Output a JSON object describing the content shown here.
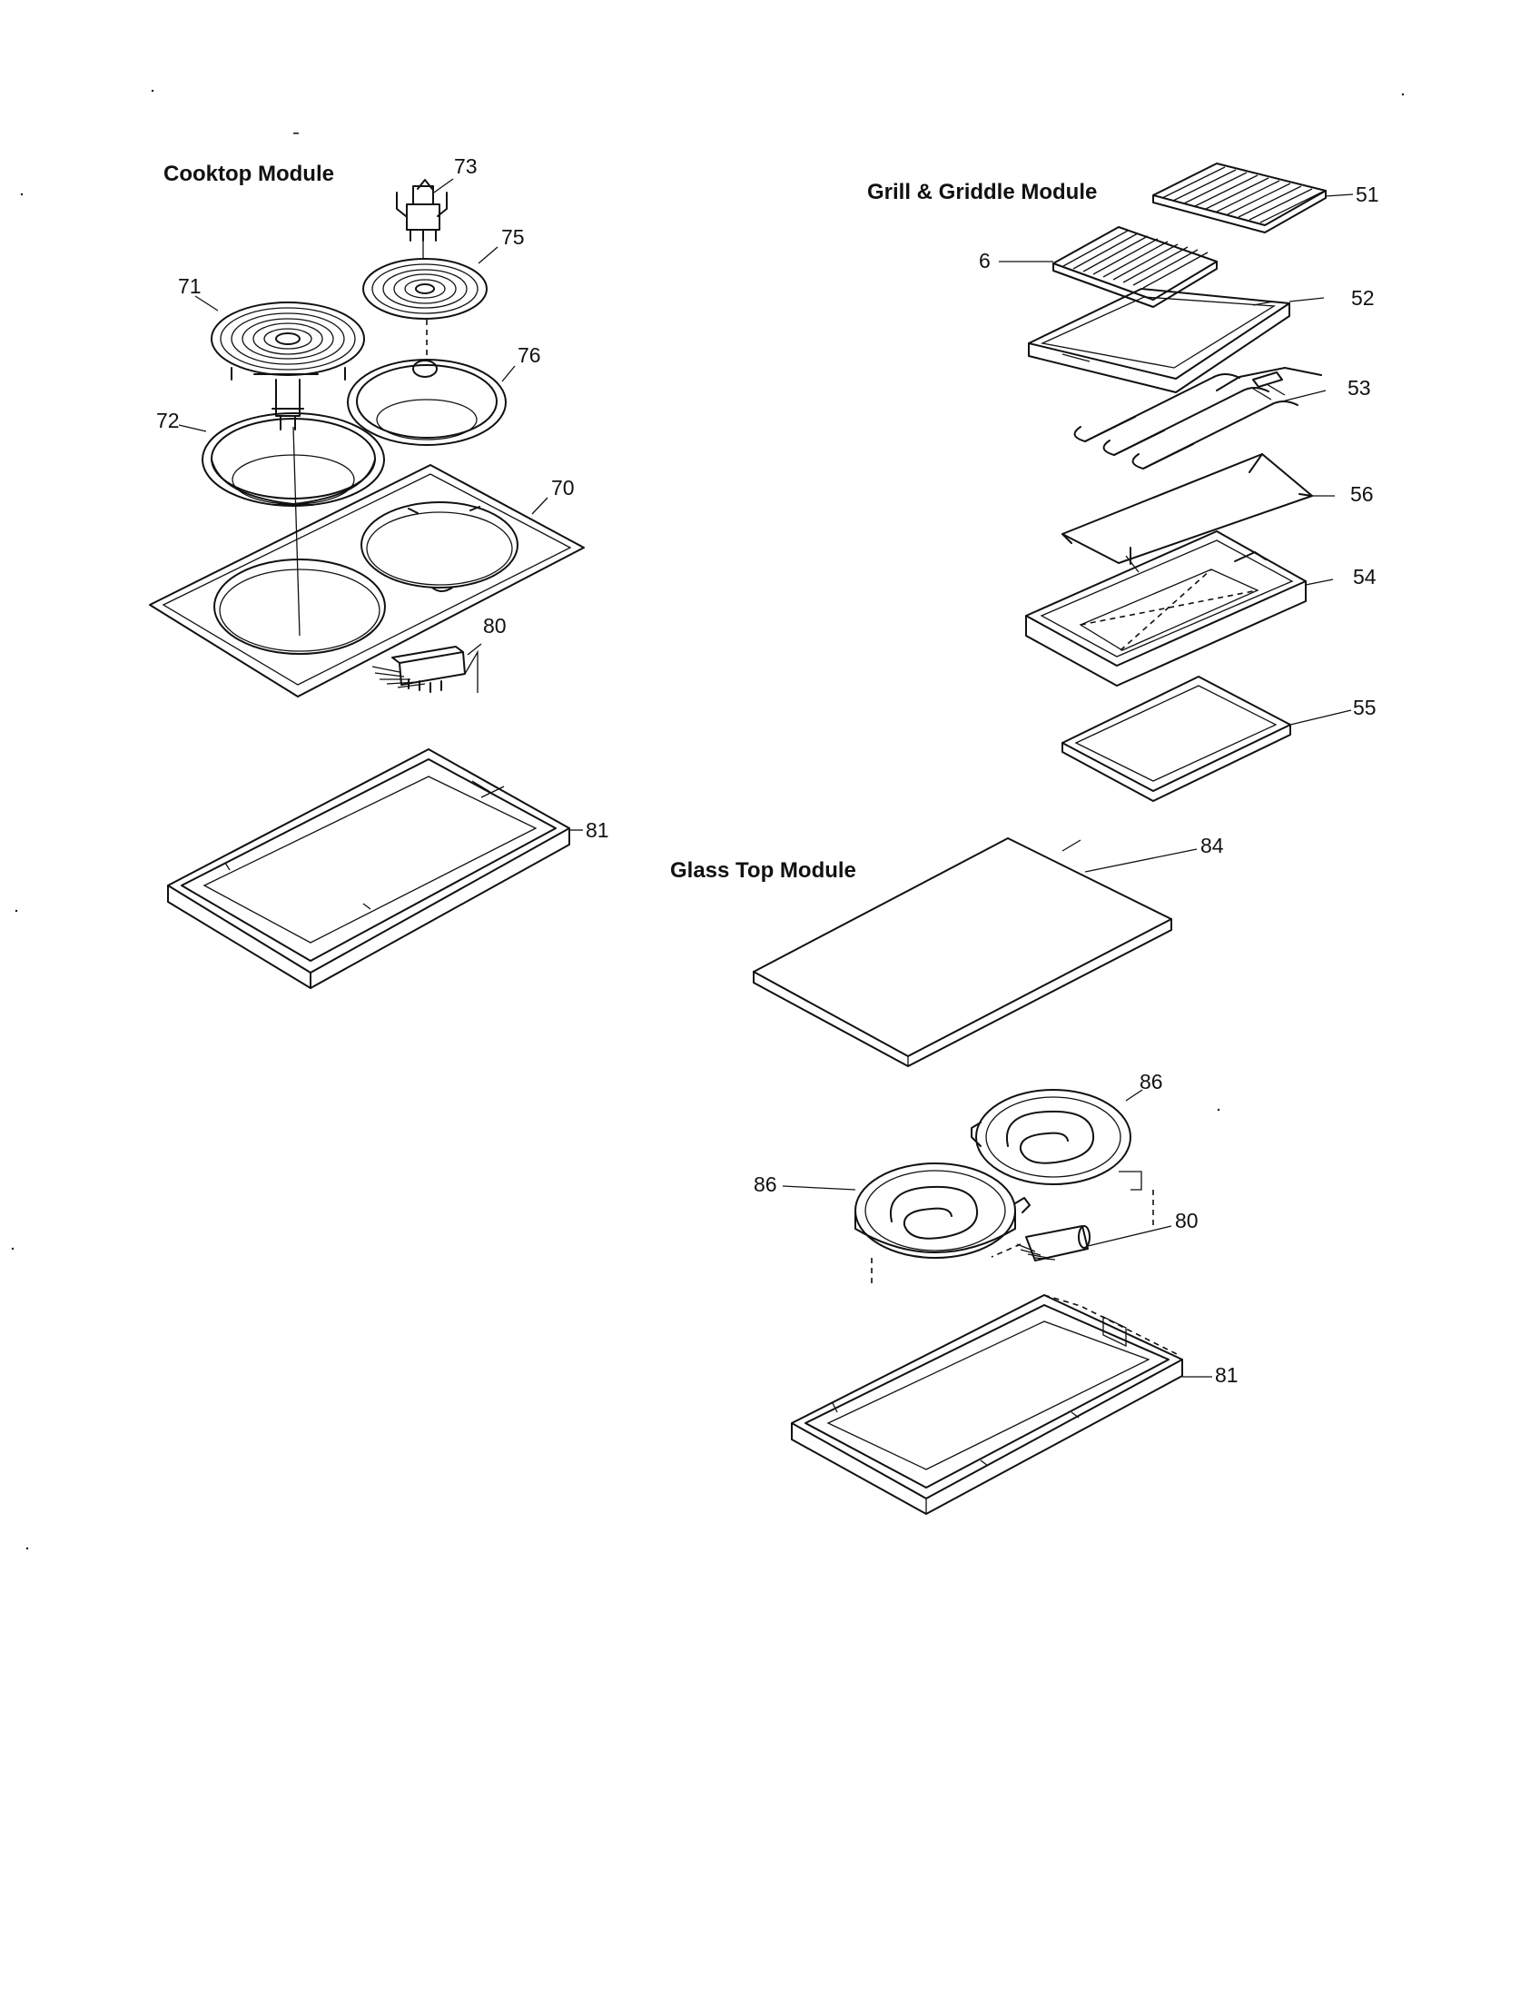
{
  "modules": {
    "cooktop": {
      "title": "Cooktop Module"
    },
    "grill": {
      "title": "Grill & Griddle Module"
    },
    "glass": {
      "title": "Glass Top Module"
    }
  },
  "callouts": {
    "c73": "73",
    "c75": "75",
    "c71": "71",
    "c76": "76",
    "c72": "72",
    "c70": "70",
    "c80a": "80",
    "c81a": "81",
    "c51": "51",
    "c6": "6",
    "c52": "52",
    "c53": "53",
    "c56": "56",
    "c54": "54",
    "c55": "55",
    "c84": "84",
    "c86a": "86",
    "c86b": "86",
    "c80b": "80",
    "c81b": "81"
  }
}
